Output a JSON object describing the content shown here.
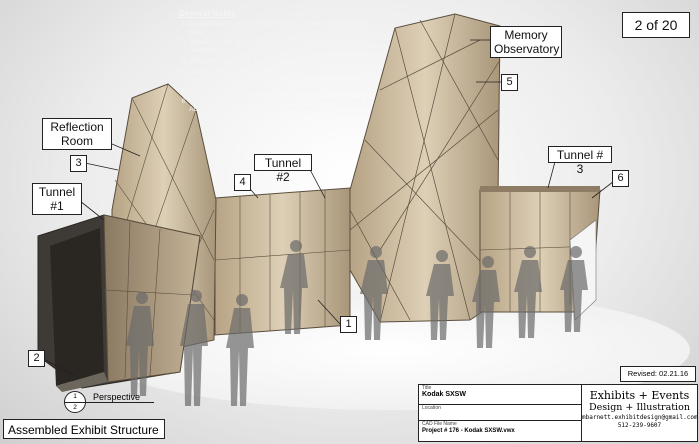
{
  "notes": {
    "heading": "General Notes",
    "items": [
      "Exterior finish: 1/2\" thick birch applique panels with satin clear coat.",
      "Tunnel # 1 has ADA compatable wheel chair ramp to 4 1/4\" raised floor.",
      "Reflection Room with 4 - 1/4\" raised floor. Capacity: [4].",
      "Passage way to Memory Observatory has ADA compatable wheel chair ramp and landing.",
      "Memory Observatory with 10\" high raised floor. Capacity: [20]",
      "Memory Observatory Entry / Exit / Fire Exit [Flared] fits over an ADA ramp that goes back to floor height from 10\"."
    ]
  },
  "page_indicator": "2 of 20",
  "callouts": {
    "memory_observatory": "Memory Observatory",
    "reflection_room": "Reflection Room",
    "tunnel_1": "Tunnel #1",
    "tunnel_2": "Tunnel #2",
    "tunnel_3": "Tunnel # 3"
  },
  "markers": [
    "1",
    "2",
    "3",
    "4",
    "5",
    "6"
  ],
  "view": {
    "label": "Perspective",
    "bubble_top": "1",
    "bubble_bottom": "2"
  },
  "sheet_title": "Assembled Exhibit Structure",
  "revised": "Revised: 02.21.16",
  "title_block": {
    "title_label": "Title",
    "title_value": "Kodak SXSW",
    "location_label": "Location",
    "cad_label": "CAD File Name",
    "cad_value": "Project # 176 - Kodak SXSW.vwx",
    "brand_line1": "Exhibits + Events",
    "brand_line2": "Design + Illustration",
    "email": "mbarnett.exhibitdesign@gmail.com",
    "phone": "512-239-9607"
  }
}
